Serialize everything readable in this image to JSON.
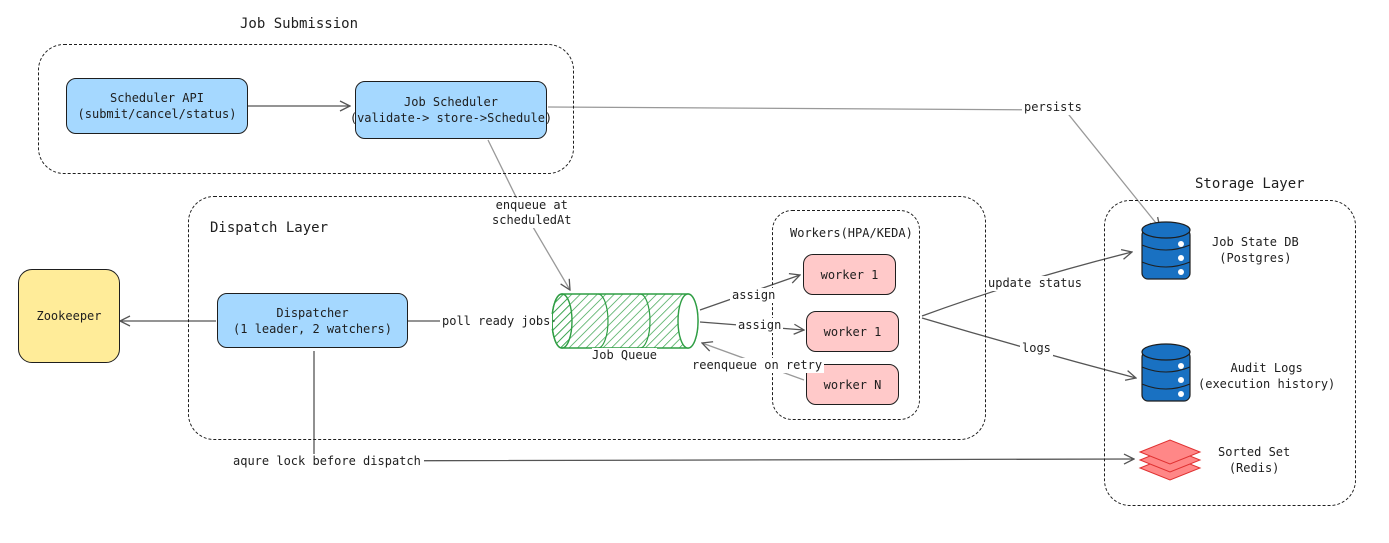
{
  "groups": {
    "job_submission": "Job Submission",
    "dispatch_layer": "Dispatch Layer",
    "storage_layer": "Storage Layer",
    "workers": "Workers(HPA/KEDA)"
  },
  "nodes": {
    "scheduler_api": [
      "Scheduler API",
      "(submit/cancel/status)"
    ],
    "job_scheduler": [
      "Job Scheduler",
      "(validate-> store->Schedule)"
    ],
    "dispatcher": [
      "Dispatcher",
      "(1 leader, 2 watchers)"
    ],
    "zookeeper": "Zookeeper",
    "job_queue": "Job Queue",
    "worker_1a": "worker 1",
    "worker_1b": "worker 1",
    "worker_n": "worker N",
    "job_state_db": [
      "Job State DB",
      "(Postgres)"
    ],
    "audit_logs": [
      "Audit Logs",
      "(execution history)"
    ],
    "sorted_set": [
      "Sorted Set",
      "(Redis)"
    ]
  },
  "edges": {
    "persists": "persists",
    "enqueue": [
      "enqueue at",
      "scheduledAt"
    ],
    "poll": "poll ready jobs",
    "assign_1": "assign",
    "assign_2": "assign",
    "requeue": "reenqueue on retry",
    "update_status": "update status",
    "logs": "logs",
    "lock": "aqure lock before dispatch"
  },
  "colors": {
    "service": "#a5d8ff",
    "worker": "#ffc9c9",
    "coordinator": "#ffec99",
    "database": "#1971c2",
    "cache": "#ff8787",
    "queue": "#2f9e44"
  }
}
